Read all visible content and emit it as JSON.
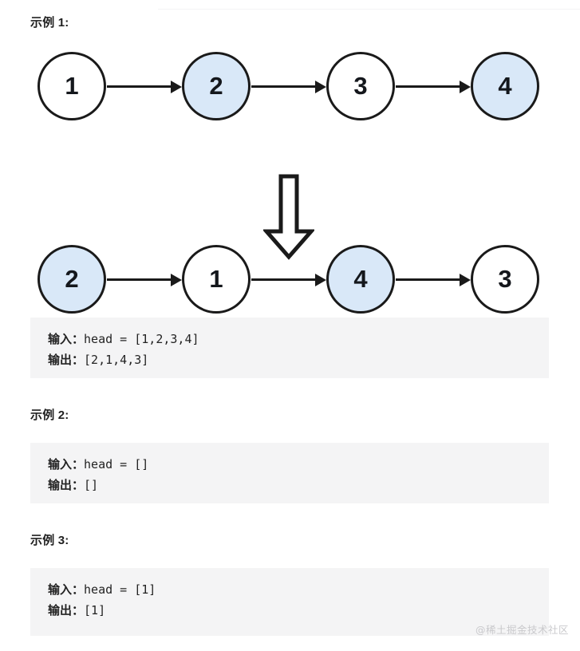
{
  "doc": {
    "watermark": "@稀土掘金技术社区"
  },
  "examples": [
    {
      "label": "示例 1:",
      "input_prefix": "输入：",
      "input_value": "head = [1,2,3,4]",
      "output_prefix": "输出：",
      "output_value": "[2,1,4,3]"
    },
    {
      "label": "示例 2:",
      "input_prefix": "输入：",
      "input_value": "head = []",
      "output_prefix": "输出：",
      "output_value": "[]"
    },
    {
      "label": "示例 3:",
      "input_prefix": "输入：",
      "input_value": "head = [1]",
      "output_prefix": "输出：",
      "output_value": "[1]"
    }
  ],
  "diagram": {
    "arrow_direction": "down",
    "node_fill_highlight": "#d9e8f8",
    "node_fill_plain": "#ffffff",
    "node_stroke": "#1a1a1a",
    "before": {
      "caption": "",
      "nodes": [
        {
          "value": "1",
          "highlighted": false
        },
        {
          "value": "2",
          "highlighted": true
        },
        {
          "value": "3",
          "highlighted": false
        },
        {
          "value": "4",
          "highlighted": true
        }
      ]
    },
    "after": {
      "caption": "",
      "nodes": [
        {
          "value": "2",
          "highlighted": true
        },
        {
          "value": "1",
          "highlighted": false
        },
        {
          "value": "4",
          "highlighted": true
        },
        {
          "value": "3",
          "highlighted": false
        }
      ]
    }
  }
}
